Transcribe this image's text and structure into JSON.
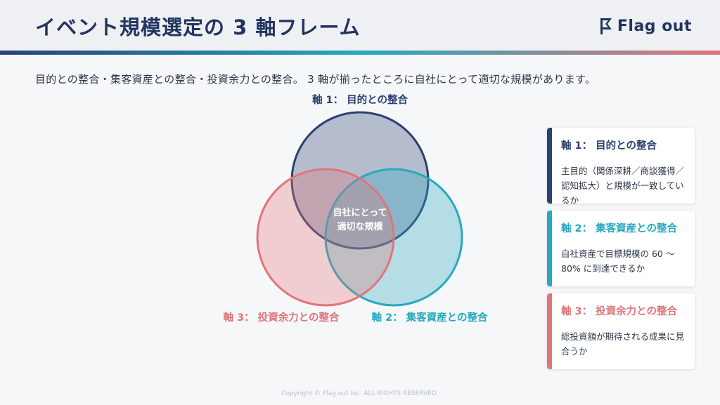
{
  "header": {
    "title": "イベント規模選定の 3 軸フレーム",
    "logo_text": "Flag out"
  },
  "intro": "目的との整合・集客資産との整合・投資余力との整合。 3 軸が揃ったところに自社にとって適切な規模があります。",
  "venn": {
    "axis1_label": "軸 1： 目的との整合",
    "axis2_label": "軸 2： 集客資産との整合",
    "axis3_label": "軸 3： 投資余力との整合",
    "center_line1": "自社にとって",
    "center_line2": "適切な規模",
    "colors": {
      "axis1": "#2b4170",
      "axis2": "#27a9bf",
      "axis3": "#e0757a"
    }
  },
  "cards": [
    {
      "title": "軸 1： 目的との整合",
      "body": "主目的（関係深耕／商談獲得／認知拡大）と規模が一致しているか"
    },
    {
      "title": "軸 2： 集客資産との整合",
      "body": "自社資産で目標規模の 60 〜 80% に到達できるか"
    },
    {
      "title": "軸 3： 投資余力との整合",
      "body": "総投資額が期待される成果に見合うか"
    }
  ],
  "footer": "Copyright © Flag out Inc. ALL RIGHTS RESERVED."
}
